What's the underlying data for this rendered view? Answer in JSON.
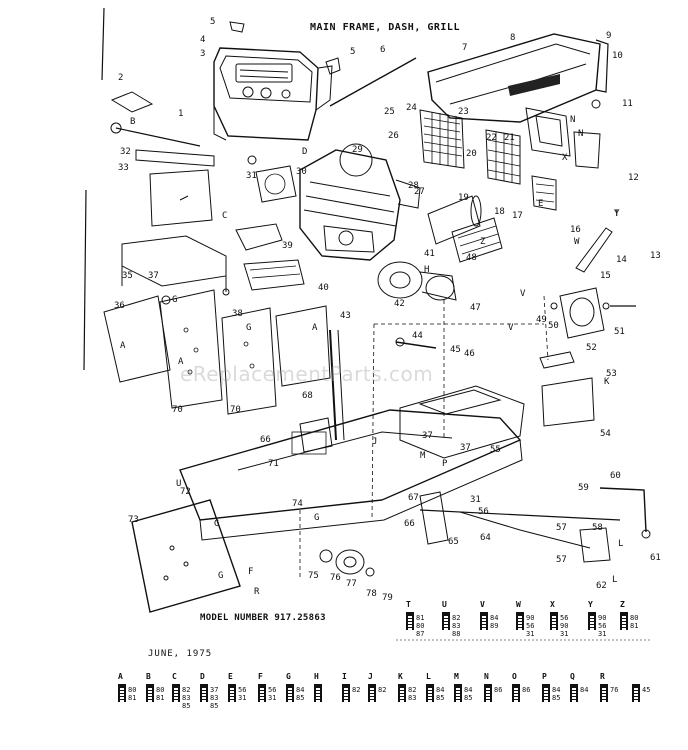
{
  "header": {
    "title": "MAIN FRAME, DASH, GRILL"
  },
  "footer": {
    "model": "MODEL NUMBER 917.25863",
    "date": "JUNE, 1975"
  },
  "watermark": "eReplacementParts.com",
  "callouts": [
    {
      "t": "1"
    },
    {
      "t": "2"
    },
    {
      "t": "3"
    },
    {
      "t": "4"
    },
    {
      "t": "5"
    },
    {
      "t": "5"
    },
    {
      "t": "6"
    },
    {
      "t": "7"
    },
    {
      "t": "8"
    },
    {
      "t": "9"
    },
    {
      "t": "10"
    },
    {
      "t": "11"
    },
    {
      "t": "12"
    },
    {
      "t": "13"
    },
    {
      "t": "14"
    },
    {
      "t": "15"
    },
    {
      "t": "16"
    },
    {
      "t": "17"
    },
    {
      "t": "18"
    },
    {
      "t": "19"
    },
    {
      "t": "20"
    },
    {
      "t": "21"
    },
    {
      "t": "22"
    },
    {
      "t": "23"
    },
    {
      "t": "24"
    },
    {
      "t": "25"
    },
    {
      "t": "26"
    },
    {
      "t": "27"
    },
    {
      "t": "28"
    },
    {
      "t": "29"
    },
    {
      "t": "30"
    },
    {
      "t": "31"
    },
    {
      "t": "32"
    },
    {
      "t": "33"
    },
    {
      "t": "35"
    },
    {
      "t": "36"
    },
    {
      "t": "37"
    },
    {
      "t": "37"
    },
    {
      "t": "38"
    },
    {
      "t": "39"
    },
    {
      "t": "40"
    },
    {
      "t": "41"
    },
    {
      "t": "42"
    },
    {
      "t": "43"
    },
    {
      "t": "44"
    },
    {
      "t": "45"
    },
    {
      "t": "46"
    },
    {
      "t": "47"
    },
    {
      "t": "48"
    },
    {
      "t": "49"
    },
    {
      "t": "50"
    },
    {
      "t": "51"
    },
    {
      "t": "52"
    },
    {
      "t": "53"
    },
    {
      "t": "54"
    },
    {
      "t": "55"
    },
    {
      "t": "56"
    },
    {
      "t": "57"
    },
    {
      "t": "57"
    },
    {
      "t": "58"
    },
    {
      "t": "59"
    },
    {
      "t": "60"
    },
    {
      "t": "61"
    },
    {
      "t": "62"
    },
    {
      "t": "64"
    },
    {
      "t": "65"
    },
    {
      "t": "66"
    },
    {
      "t": "66"
    },
    {
      "t": "67"
    },
    {
      "t": "68"
    },
    {
      "t": "70"
    },
    {
      "t": "70"
    },
    {
      "t": "71"
    },
    {
      "t": "72"
    },
    {
      "t": "73"
    },
    {
      "t": "74"
    },
    {
      "t": "75"
    },
    {
      "t": "76"
    },
    {
      "t": "77"
    },
    {
      "t": "78"
    },
    {
      "t": "79"
    },
    {
      "t": "31"
    },
    {
      "t": "37"
    },
    {
      "t": "B"
    },
    {
      "t": "C"
    },
    {
      "t": "D"
    },
    {
      "t": "E"
    },
    {
      "t": "G"
    },
    {
      "t": "G"
    },
    {
      "t": "G"
    },
    {
      "t": "A"
    },
    {
      "t": "A"
    },
    {
      "t": "A"
    },
    {
      "t": "Y"
    },
    {
      "t": "Z"
    },
    {
      "t": "W"
    },
    {
      "t": "T"
    },
    {
      "t": "N"
    },
    {
      "t": "N"
    },
    {
      "t": "H"
    },
    {
      "t": "V"
    },
    {
      "t": "V"
    },
    {
      "t": "L"
    },
    {
      "t": "L"
    },
    {
      "t": "P"
    },
    {
      "t": "R"
    },
    {
      "t": "U"
    },
    {
      "t": "M"
    },
    {
      "t": "K"
    },
    {
      "t": "J"
    },
    {
      "t": "F"
    },
    {
      "t": "X"
    },
    {
      "t": "G"
    },
    {
      "t": "G"
    }
  ],
  "hardware_top": [
    {
      "letter": "T",
      "parts": [
        "81",
        "80",
        "87"
      ]
    },
    {
      "letter": "U",
      "parts": [
        "82",
        "83",
        "88"
      ]
    },
    {
      "letter": "V",
      "parts": [
        "84",
        "89"
      ]
    },
    {
      "letter": "W",
      "parts": [
        "90",
        "56",
        "31"
      ]
    },
    {
      "letter": "X",
      "parts": [
        "56",
        "90",
        "31"
      ]
    },
    {
      "letter": "Y",
      "parts": [
        "90",
        "56",
        "31"
      ]
    },
    {
      "letter": "Z",
      "parts": [
        "80",
        "81"
      ]
    }
  ],
  "hardware_bottom": [
    {
      "letter": "A",
      "parts": [
        "80",
        "81"
      ]
    },
    {
      "letter": "B",
      "parts": [
        "80",
        "81"
      ]
    },
    {
      "letter": "C",
      "parts": [
        "82",
        "83",
        "85"
      ]
    },
    {
      "letter": "D",
      "parts": [
        "37",
        "83",
        "85"
      ]
    },
    {
      "letter": "E",
      "parts": [
        "56",
        "31"
      ]
    },
    {
      "letter": "F",
      "parts": [
        "56",
        "31"
      ]
    },
    {
      "letter": "G",
      "parts": [
        "84",
        "85"
      ]
    },
    {
      "letter": "H",
      "parts": []
    },
    {
      "letter": "I",
      "parts": [
        "82"
      ]
    },
    {
      "letter": "J",
      "parts": [
        "82"
      ]
    },
    {
      "letter": "K",
      "parts": [
        "82",
        "83"
      ]
    },
    {
      "letter": "L",
      "parts": [
        "84",
        "85"
      ]
    },
    {
      "letter": "M",
      "parts": [
        "84",
        "85"
      ]
    },
    {
      "letter": "N",
      "parts": [
        "86"
      ]
    },
    {
      "letter": "O",
      "parts": [
        "86"
      ]
    },
    {
      "letter": "P",
      "parts": [
        "84",
        "85"
      ]
    },
    {
      "letter": "Q",
      "parts": [
        "84"
      ]
    },
    {
      "letter": "R",
      "parts": [
        "76"
      ]
    },
    {
      "letter": "",
      "parts": [
        "45"
      ]
    }
  ]
}
